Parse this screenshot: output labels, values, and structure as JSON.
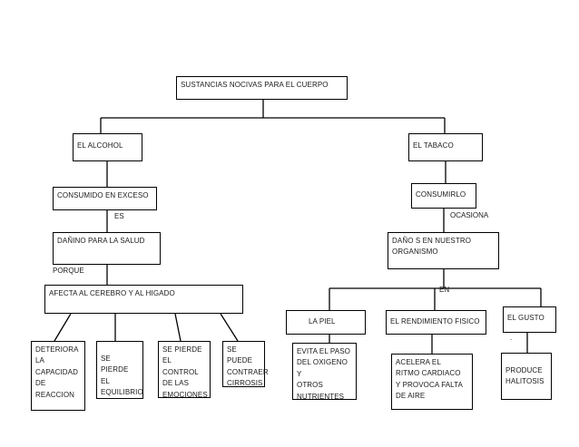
{
  "root": "SUSTANCIAS    NOCIVAS     PARA    EL CUERPO",
  "left": {
    "title": "EL ALCOHOL",
    "consumo": "CONSUMIDO    EN EXCESO",
    "es": "ES",
    "danino": "DAÑINO     PARA  LA SALUD",
    "porque": "PORQUE",
    "afecta": "AFECTA        AL  CEREBRO  Y  AL    HIGADO",
    "effects": [
      "DETERIORA\nLA\nCAPACIDAD\nDE\nREACCION",
      "SE PIERDE\nEL\nEQUILIBRIO",
      "SE  PIERDE\nEL CONTROL\nDE  LAS\nEMOCIONES",
      "SE PUEDE\nCONTRAER\nCIRROSIS"
    ]
  },
  "right": {
    "title": "EL   TABACO",
    "consumo": "CONSUMIRLO",
    "ocasiona": "OCASIONA",
    "danos": "DAÑO S     EN      NUESTRO\nORGANISMO",
    "en": "EN",
    "branches": [
      "LA   PIEL",
      "EL RENDIMIENTO   FISICO",
      "EL GUSTO"
    ],
    "dot": ".",
    "effects": [
      "EVITA EL PASO\nDEL OXIGENO  Y\nOTROS\nNUTRIENTES",
      "ACELERA EL\nRITMO CARDIACO\nY  PROVOCA FALTA\nDE  AIRE",
      "PRODUCE\nHALITOSIS"
    ]
  }
}
